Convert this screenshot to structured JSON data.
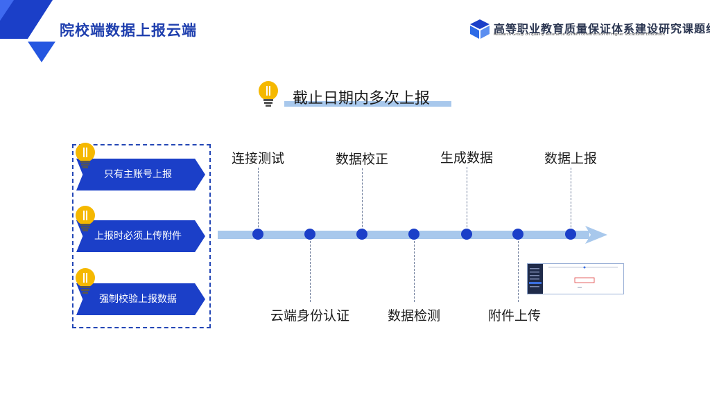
{
  "header": {
    "title": "院校端数据上报云端",
    "org_name_cn": "高等职业教育质量保证体系建设研究课题组",
    "org_name_en": "Research Group on quality assurance system construction of Higher Vocational Education"
  },
  "main": {
    "heading": "截止日期内多次上报"
  },
  "rules": [
    {
      "label": "只有主账号上报"
    },
    {
      "label": "上报时必须上传附件"
    },
    {
      "label": "强制校验上报数据"
    }
  ],
  "timeline": {
    "steps_top": [
      {
        "label": "连接测试"
      },
      {
        "label": "数据校正"
      },
      {
        "label": "生成数据"
      },
      {
        "label": "数据上报"
      }
    ],
    "steps_bottom": [
      {
        "label": "云端身份认证"
      },
      {
        "label": "数据检测"
      },
      {
        "label": "附件上传"
      }
    ]
  },
  "colors": {
    "primary": "#1b3fc8",
    "accent_blue": "#2346b5",
    "arrow": "#a8c8ec",
    "bulb": "#f5b800"
  }
}
